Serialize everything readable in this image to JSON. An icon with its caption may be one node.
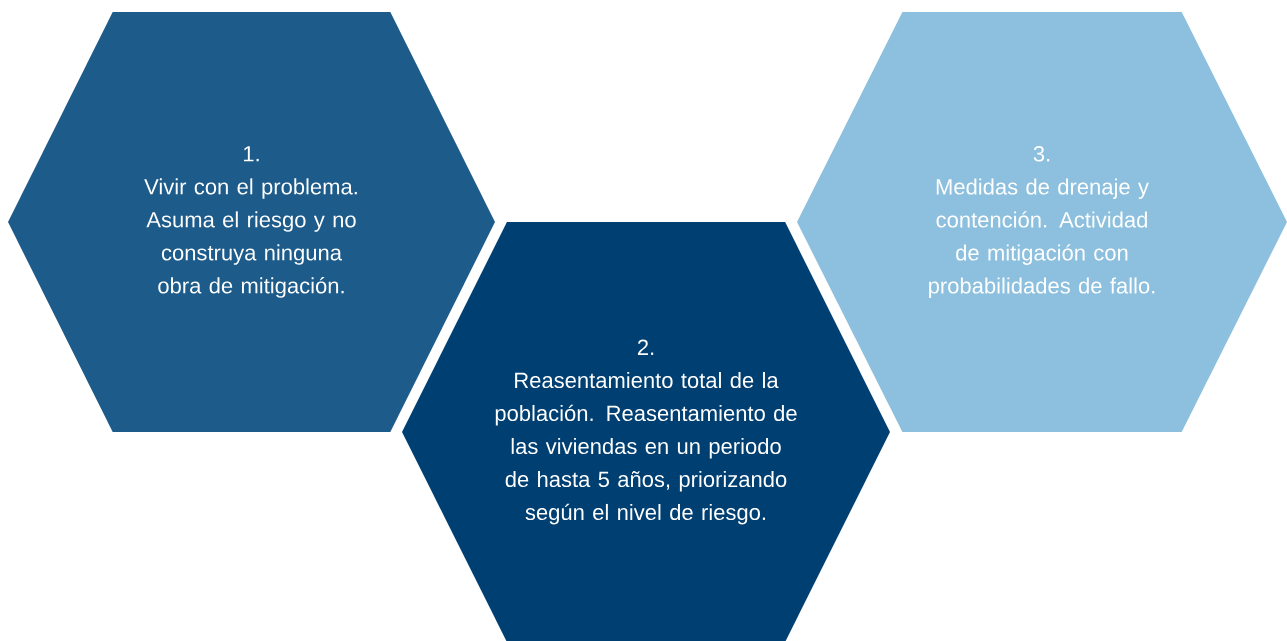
{
  "diagram": {
    "nodes": [
      {
        "text": [
          "1.",
          "Vivir con el problema. Asuma el riesgo y no construya ninguna obra de mitigación."
        ]
      },
      {
        "text": [
          "2.",
          "Reasentamiento total de la población. Reasentamiento de las viviendas en un periodo de hasta 5 años, priorizando según el nivel de riesgo."
        ]
      },
      {
        "text": [
          "3.",
          "Medidas de drenaje y contención. Actividad de mitigación con probabilidades de fallo."
        ]
      }
    ]
  }
}
